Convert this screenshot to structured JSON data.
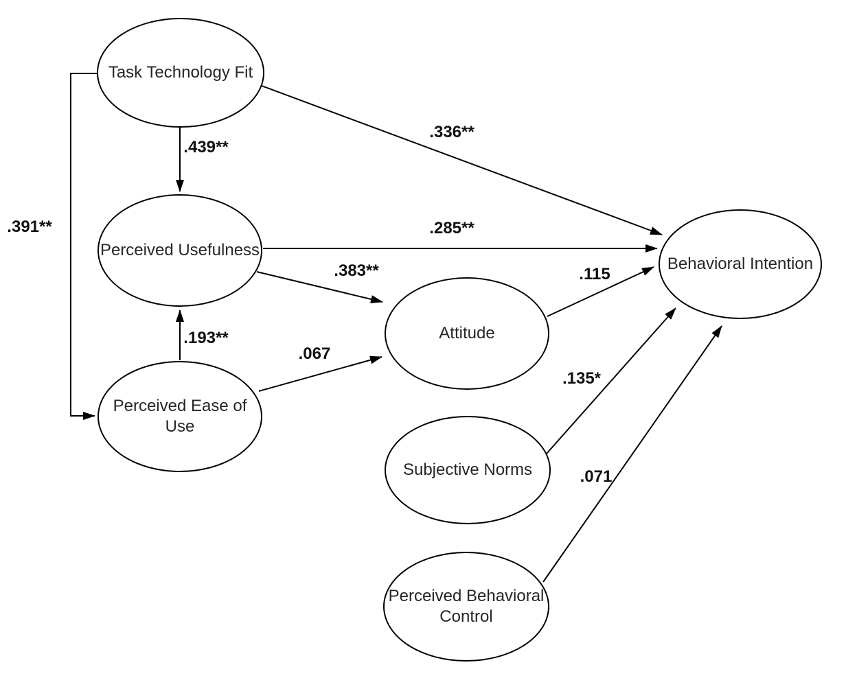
{
  "diagram": {
    "type": "path-model",
    "background_color": "#ffffff",
    "stroke_color": "#000000",
    "node_text_color": "#262626",
    "coefficient_text_color": "#111111",
    "nodes": {
      "ttf": {
        "label": "Task Technology Fit"
      },
      "pu": {
        "label": "Perceived Usefulness"
      },
      "peou": {
        "label": "Perceived Ease of\nUse"
      },
      "att": {
        "label": "Attitude"
      },
      "sn": {
        "label": "Subjective Norms"
      },
      "pbc": {
        "label": "Perceived Behavioral\nControl"
      },
      "bi": {
        "label": "Behavioral Intention"
      }
    },
    "edges": {
      "ttf_pu": {
        "from": "Task Technology Fit",
        "to": "Perceived Usefulness",
        "label": ".439**"
      },
      "ttf_peou": {
        "from": "Task Technology Fit",
        "to": "Perceived Ease of Use",
        "label": ".391**"
      },
      "ttf_bi": {
        "from": "Task Technology Fit",
        "to": "Behavioral Intention",
        "label": ".336**"
      },
      "pu_bi": {
        "from": "Perceived Usefulness",
        "to": "Behavioral Intention",
        "label": ".285**"
      },
      "pu_att": {
        "from": "Perceived Usefulness",
        "to": "Attitude",
        "label": ".383**"
      },
      "peou_pu": {
        "from": "Perceived Ease of Use",
        "to": "Perceived Usefulness",
        "label": ".193**"
      },
      "peou_att": {
        "from": "Perceived Ease of Use",
        "to": "Attitude",
        "label": ".067"
      },
      "att_bi": {
        "from": "Attitude",
        "to": "Behavioral Intention",
        "label": ".115"
      },
      "sn_bi": {
        "from": "Subjective Norms",
        "to": "Behavioral Intention",
        "label": ".135*"
      },
      "pbc_bi": {
        "from": "Perceived Behavioral Control",
        "to": "Behavioral Intention",
        "label": ".071"
      }
    }
  }
}
